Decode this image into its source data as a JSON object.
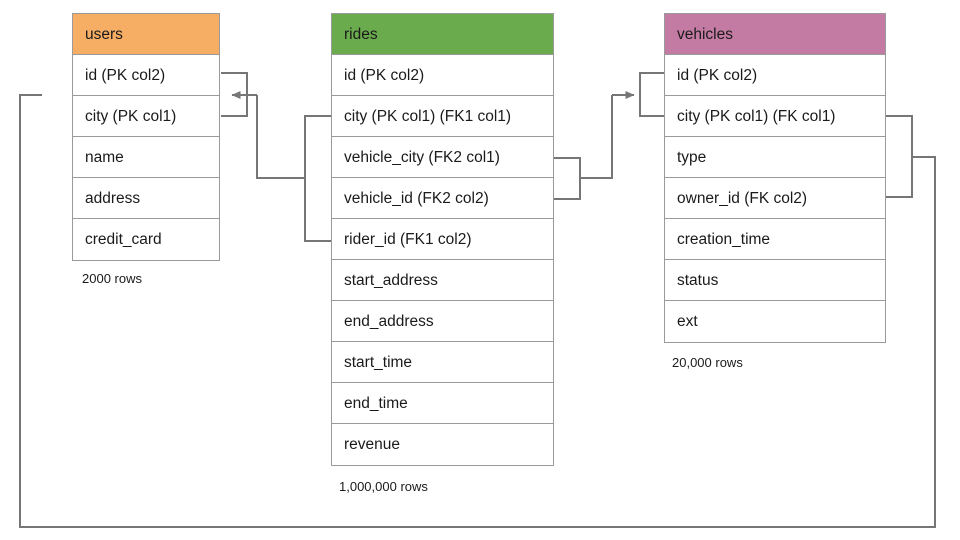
{
  "diagram": {
    "title": "Database schema entity relationship diagram",
    "background": "#ffffff",
    "line_color": "#767676",
    "border_color": "#9a9a9a"
  },
  "tables": [
    {
      "name": "users",
      "header_color": "#F5AE63",
      "row_count_label": "2000 rows",
      "columns": [
        "id (PK col2)",
        "city (PK col1)",
        "name",
        "address",
        "credit_card"
      ]
    },
    {
      "name": "rides",
      "header_color": "#6AAB4E",
      "row_count_label": "1,000,000 rows",
      "columns": [
        "id (PK col2)",
        "city (PK col1) (FK1 col1)",
        "vehicle_city (FK2 col1)",
        "vehicle_id (FK2 col2)",
        "rider_id (FK1 col2)",
        "start_address",
        "end_address",
        "start_time",
        "end_time",
        "revenue"
      ]
    },
    {
      "name": "vehicles",
      "header_color": "#C47BA3",
      "row_count_label": "20,000 rows",
      "columns": [
        "id (PK col2)",
        "city (PK col1) (FK col1)",
        "type",
        "owner_id (FK col2)",
        "creation_time",
        "status",
        "ext"
      ]
    }
  ],
  "relationships": [
    {
      "name": "rides-rider-fk1-to-users",
      "from_table": "rides",
      "from_columns": [
        "city (PK col1) (FK1 col1)",
        "rider_id (FK1 col2)"
      ],
      "to_table": "users",
      "to_columns": [
        "id (PK col2)",
        "city (PK col1)"
      ]
    },
    {
      "name": "rides-vehicle-fk2-to-vehicles",
      "from_table": "rides",
      "from_columns": [
        "vehicle_city (FK2 col1)",
        "vehicle_id (FK2 col2)"
      ],
      "to_table": "vehicles",
      "to_columns": [
        "id (PK col2)",
        "city (PK col1) (FK col1)"
      ]
    },
    {
      "name": "vehicles-owner-fk-to-users",
      "from_table": "vehicles",
      "from_columns": [
        "city (PK col1) (FK col1)",
        "owner_id (FK col2)"
      ],
      "to_table": "users",
      "to_columns": [
        "id (PK col2)",
        "city (PK col1)"
      ]
    }
  ]
}
